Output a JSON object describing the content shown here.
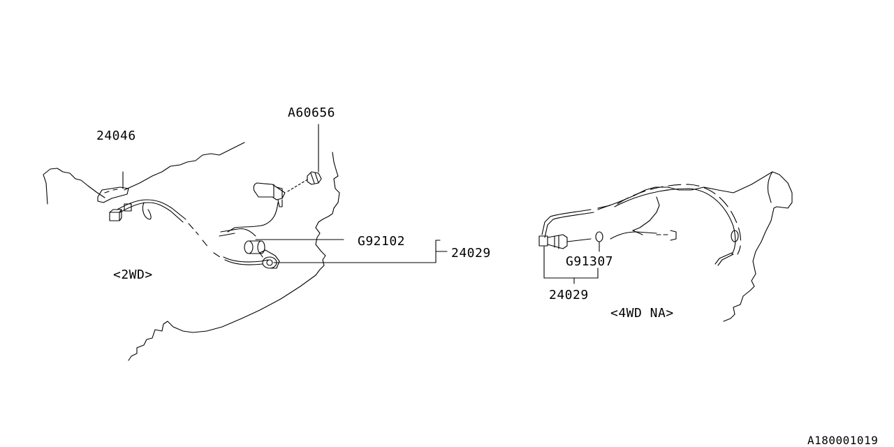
{
  "diagram": {
    "variant_2wd": {
      "title": "<2WD>",
      "parts": {
        "bracket": "24046",
        "bolt": "A60656",
        "clip": "G92102",
        "harness": "24029"
      }
    },
    "variant_4wd": {
      "title": "<4WD NA>",
      "parts": {
        "clip": "G91307",
        "harness": "24029"
      }
    },
    "figure_id": "A180001019"
  }
}
